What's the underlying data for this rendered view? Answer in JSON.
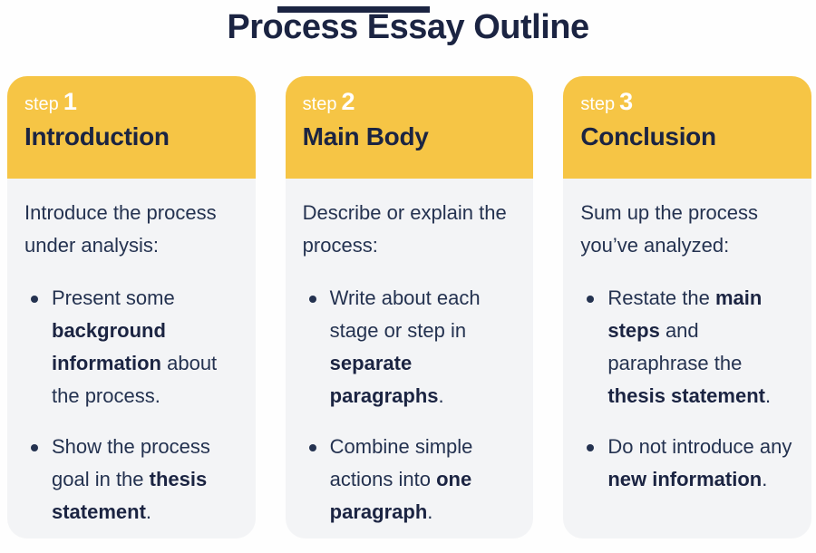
{
  "page": {
    "title": "Process Essay Outline",
    "colors": {
      "accent_yellow": "#f6c545",
      "navy": "#1b2442",
      "navy_body": "#243250",
      "card_body_bg": "#f3f4f6",
      "page_bg": "#fefefe",
      "step_text": "#ffffff"
    }
  },
  "cards": [
    {
      "step_label": "step",
      "step_number": "1",
      "title": "Introduction",
      "intro": "Introduce the process under analysis:",
      "bullets": [
        [
          {
            "text": "Present some "
          },
          {
            "text": "background information",
            "bold": true
          },
          {
            "text": " about the process."
          }
        ],
        [
          {
            "text": "Show the process goal in the "
          },
          {
            "text": "thesis statement",
            "bold": true
          },
          {
            "text": "."
          }
        ]
      ]
    },
    {
      "step_label": "step",
      "step_number": "2",
      "title": "Main Body",
      "intro": "Describe or explain the process:",
      "bullets": [
        [
          {
            "text": "Write about each stage or step in "
          },
          {
            "text": "separate paragraphs",
            "bold": true
          },
          {
            "text": "."
          }
        ],
        [
          {
            "text": "Combine simple actions into "
          },
          {
            "text": "one paragraph",
            "bold": true
          },
          {
            "text": "."
          }
        ]
      ]
    },
    {
      "step_label": "step",
      "step_number": "3",
      "title": "Conclusion",
      "intro": "Sum up the process you’ve analyzed:",
      "bullets": [
        [
          {
            "text": "Restate the "
          },
          {
            "text": "main steps",
            "bold": true
          },
          {
            "text": " and paraphrase the "
          },
          {
            "text": "thesis statement",
            "bold": true
          },
          {
            "text": "."
          }
        ],
        [
          {
            "text": "Do not introduce any "
          },
          {
            "text": "new information",
            "bold": true
          },
          {
            "text": "."
          }
        ]
      ]
    }
  ]
}
